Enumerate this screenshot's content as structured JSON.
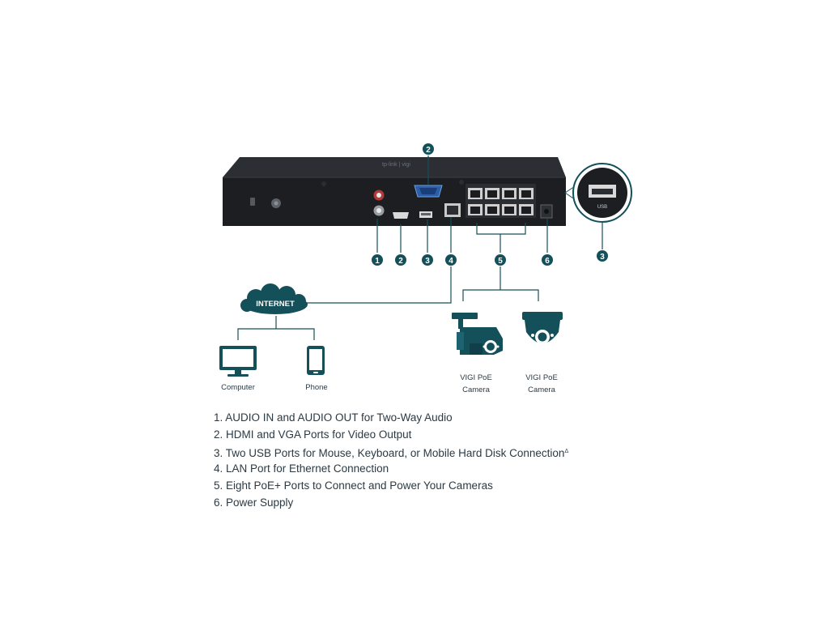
{
  "colors": {
    "accent": "#14505a",
    "device_body": "#1c1e22",
    "text": "#2b3a44"
  },
  "device": {
    "front_logo": "tp-link | vigi",
    "usb_zoom_label": "USB"
  },
  "callouts": [
    {
      "number": "1",
      "icon": "audio-ports"
    },
    {
      "number": "2",
      "icon": "hdmi-vga-ports"
    },
    {
      "number": "3",
      "icon": "usb-ports"
    },
    {
      "number": "4",
      "icon": "lan-port"
    },
    {
      "number": "5",
      "icon": "poe-ports"
    },
    {
      "number": "6",
      "icon": "power-port"
    }
  ],
  "network": {
    "internet_label": "INTERNET",
    "computer_label": "Computer",
    "phone_label": "Phone",
    "camera_label_line1": "VIGI PoE",
    "camera_label_line2": "Camera"
  },
  "legend": {
    "items": [
      "1. AUDIO IN and AUDIO OUT for Two-Way Audio",
      "2. HDMI and VGA Ports for Video Output",
      "3. Two USB Ports for Mouse, Keyboard, or Mobile Hard Disk Connection",
      "4. LAN Port for Ethernet Connection",
      "5. Eight PoE+ Ports to Connect and Power Your Cameras",
      "6. Power Supply"
    ],
    "footnote_mark": "Δ"
  }
}
